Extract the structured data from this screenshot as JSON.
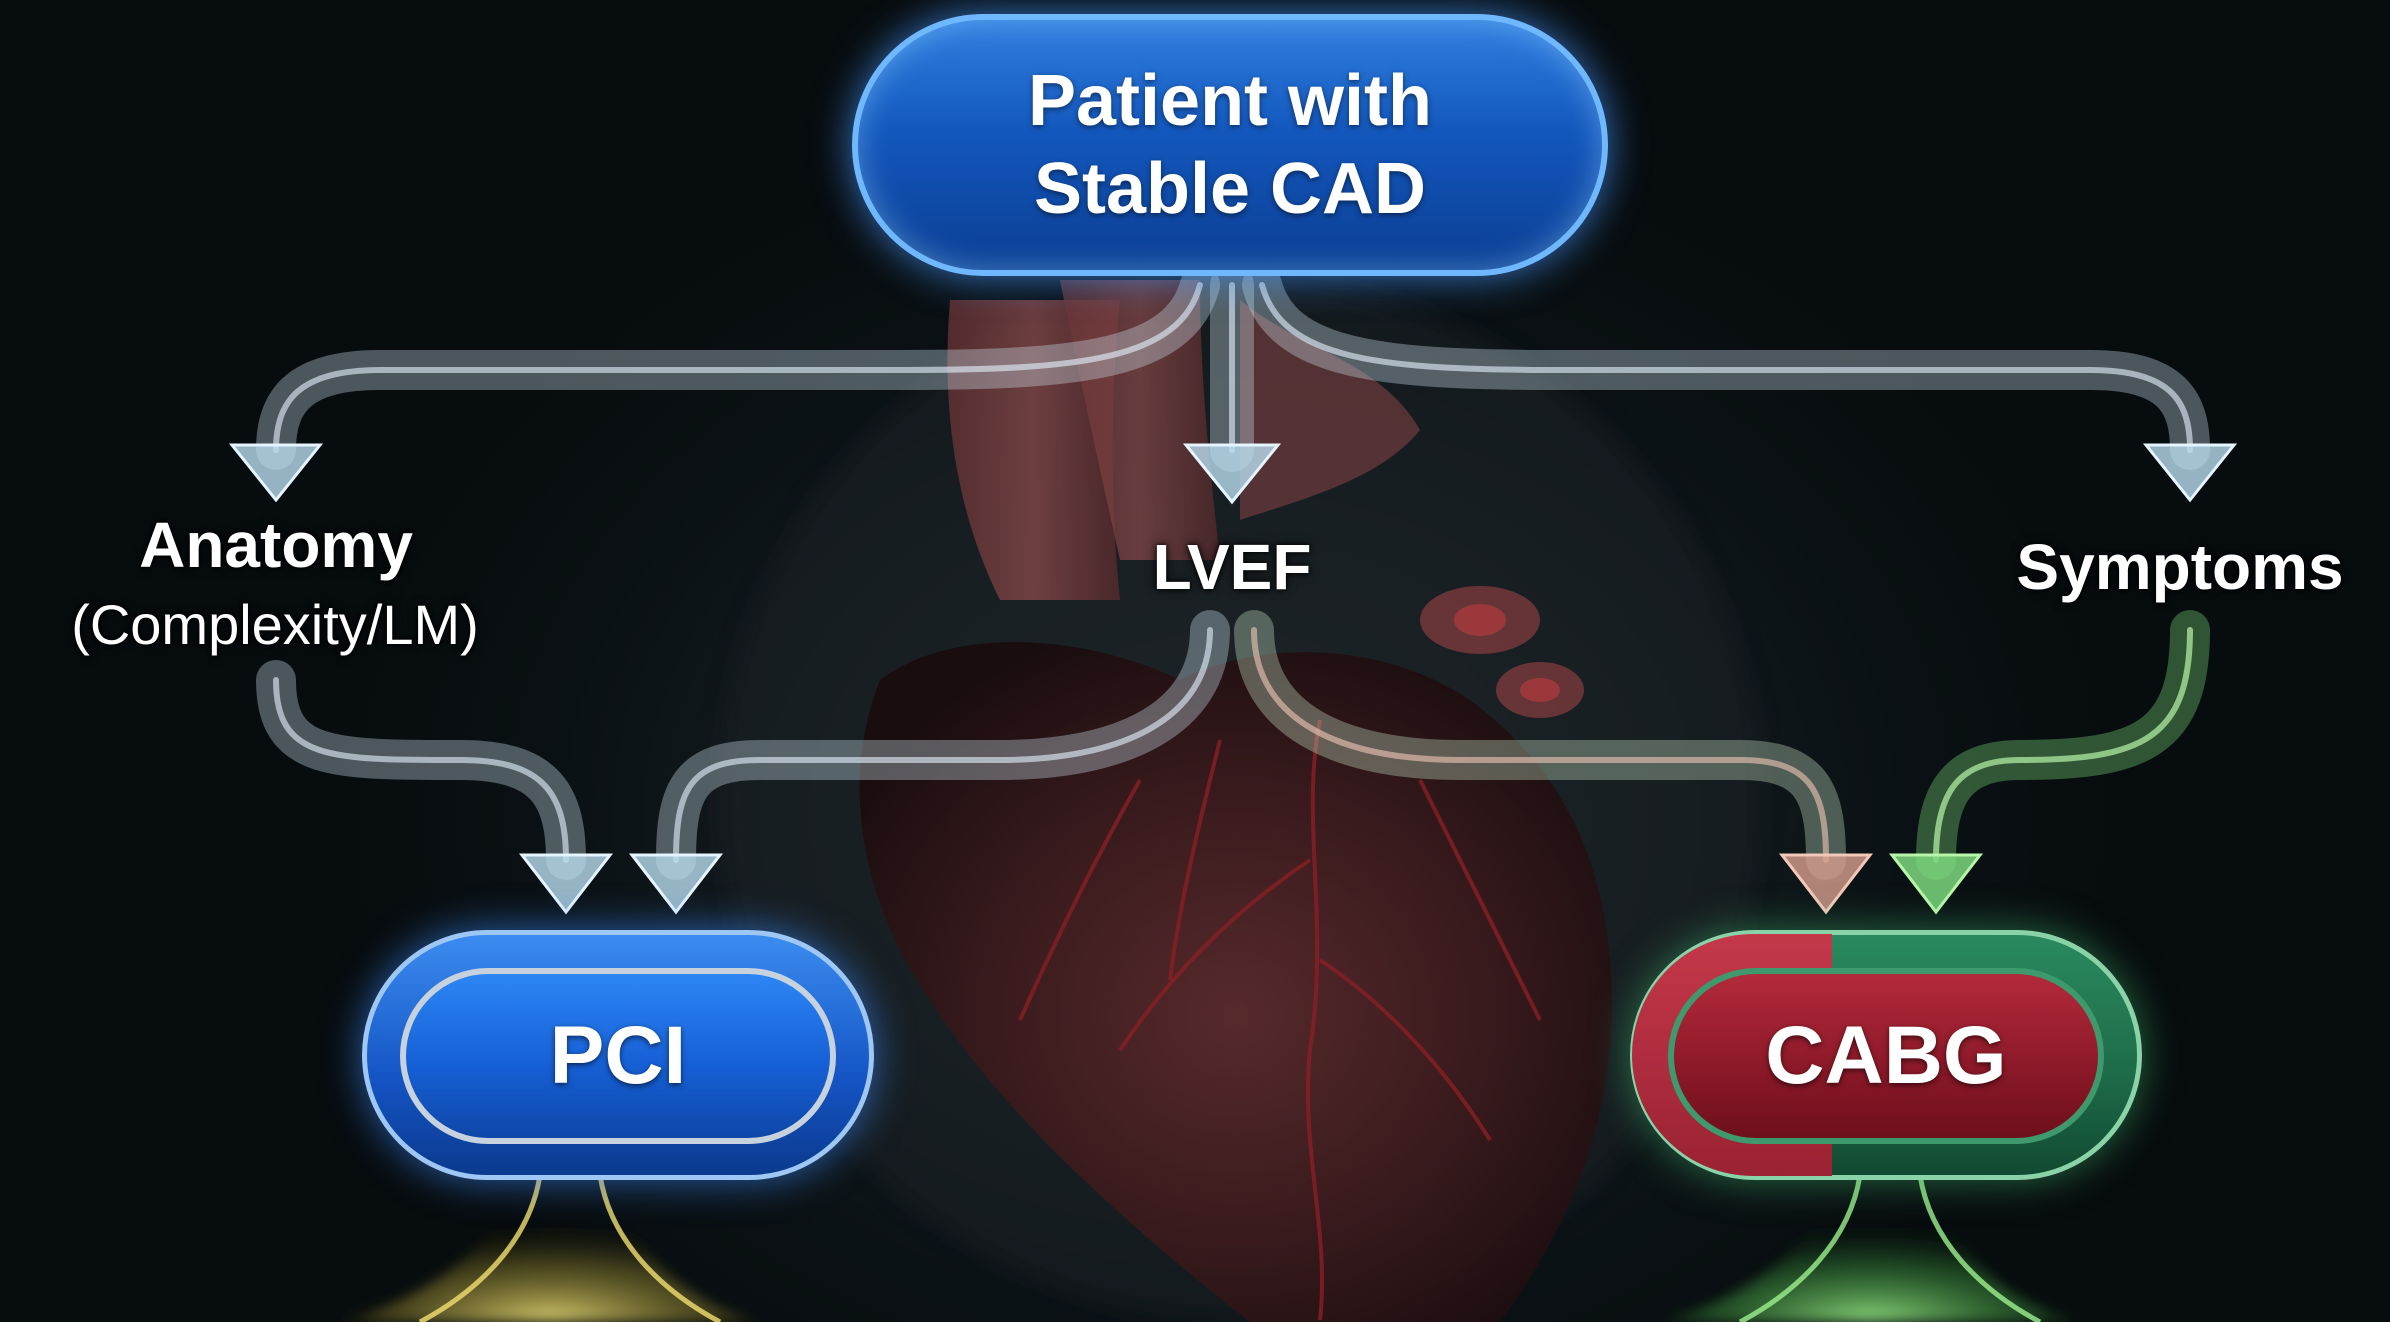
{
  "diagram": {
    "root": {
      "line1": "Patient with",
      "line2": "Stable CAD"
    },
    "factors": {
      "anatomy": {
        "title": "Anatomy",
        "subtitle": "(Complexity/LM)"
      },
      "lvef": {
        "title": "LVEF"
      },
      "symptoms": {
        "title": "Symptoms"
      }
    },
    "outcomes": {
      "pci": {
        "label": "PCI"
      },
      "cabg": {
        "label": "CABG"
      }
    }
  },
  "colors": {
    "pci_blue": "#1660d6",
    "cabg_red": "#8a1827",
    "cabg_green": "#3e9a6c",
    "root_blue": "#1357bd",
    "arrow_glass": "#cfe6f2",
    "glow_yellow": "#e8d35a",
    "glow_green": "#7ee07e"
  }
}
